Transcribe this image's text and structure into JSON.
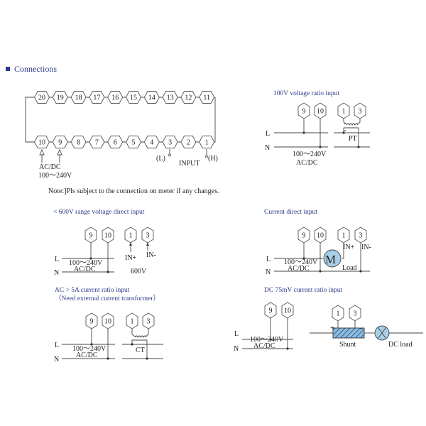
{
  "section_title": "Connections",
  "main_terminals": {
    "top_row": [
      "20",
      "19",
      "18",
      "17",
      "16",
      "15",
      "14",
      "13",
      "12",
      "11"
    ],
    "bottom_row": [
      "10",
      "9",
      "8",
      "7",
      "6",
      "5",
      "4",
      "3",
      "2",
      "1"
    ],
    "power_label_1": "AC/DC",
    "power_label_2": "100～240V",
    "input_low": "(L)",
    "input_high": "(H)",
    "input_label": "INPUT"
  },
  "note": "Note:]Pls subject to the connection on meter if any changes.",
  "line_labels": {
    "L": "L",
    "N": "N"
  },
  "power_supply": {
    "range": "100～240V",
    "type": "AC/DC",
    "terminals": [
      "9",
      "10"
    ]
  },
  "diagrams": {
    "pt": {
      "title": "100V voltage ratio input",
      "terminals": [
        "1",
        "3"
      ],
      "device": "PT"
    },
    "direct_v": {
      "title": "< 600V range voltage direct input",
      "terminals": [
        "1",
        "3"
      ],
      "in_plus": "IN+",
      "in_minus": "IN-",
      "voltage": "600V"
    },
    "direct_i": {
      "title": "Current direct input",
      "terminals": [
        "1",
        "3"
      ],
      "in_plus": "IN+",
      "in_minus": "IN-",
      "motor": "M",
      "load": "Load"
    },
    "ct": {
      "title": "AC > 5A current ratio input",
      "subtitle": "（Need external current transformer）",
      "terminals": [
        "1",
        "3"
      ],
      "device": "CT"
    },
    "dc": {
      "title": "DC 75mV current ratio input",
      "terminals": [
        "1",
        "3"
      ],
      "plus": "+",
      "minus": "-",
      "shunt": "Shunt",
      "load": "DC load"
    }
  },
  "colors": {
    "title_blue": "#2e3a8c",
    "motor_fill": "#a9cfe8",
    "shunt_fill": "#6aa3d0"
  }
}
